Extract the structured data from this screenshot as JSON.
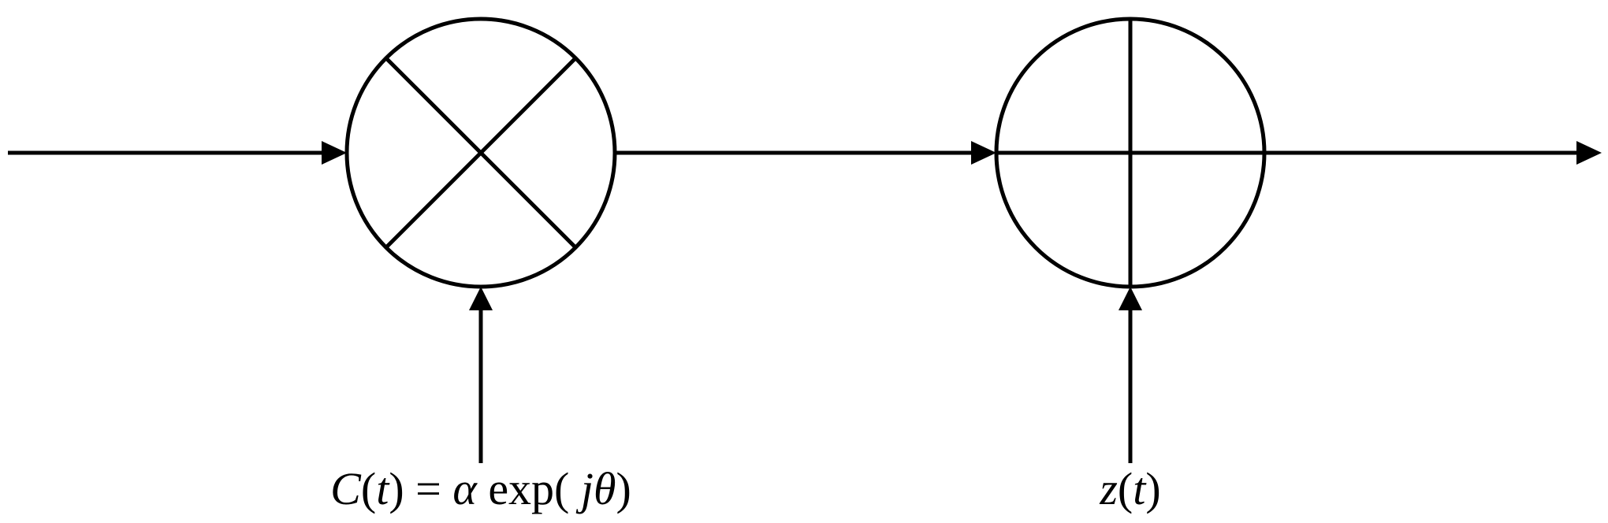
{
  "diagram": {
    "nodes": [
      {
        "id": "multiplier",
        "operation": "multiply",
        "symbol": "×"
      },
      {
        "id": "adder",
        "operation": "add",
        "symbol": "+"
      }
    ],
    "edges": [
      {
        "from": "input",
        "to": "multiplier"
      },
      {
        "from": "multiplier",
        "to": "adder"
      },
      {
        "from": "adder",
        "to": "output"
      },
      {
        "from": "channel-gain",
        "to": "multiplier"
      },
      {
        "from": "noise",
        "to": "adder"
      }
    ],
    "labels": {
      "channel_gain": {
        "C": "C",
        "t_open": "(",
        "t": "t",
        "t_close": ")",
        "equals": " = ",
        "alpha": "α",
        "exp": " exp( ",
        "j": "j",
        "theta": "θ",
        "close": ")"
      },
      "noise": {
        "z": "z",
        "t_open": "(",
        "t": "t",
        "t_close": ")"
      }
    },
    "colors": {
      "stroke": "#000000",
      "background": "#ffffff"
    }
  }
}
